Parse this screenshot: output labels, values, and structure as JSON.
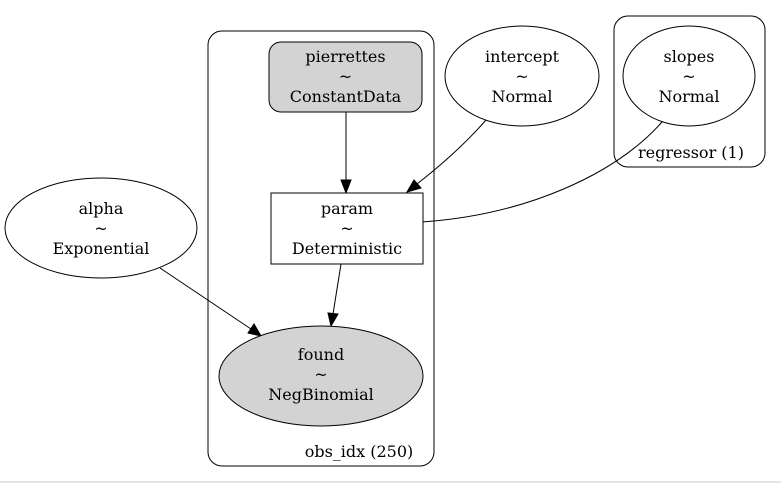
{
  "plates": {
    "obs_idx": {
      "label": "obs_idx (250)"
    },
    "regressor": {
      "label": "regressor (1)"
    }
  },
  "nodes": {
    "pierrettes": {
      "name": "pierrettes",
      "tilde": "~",
      "dist": "ConstantData",
      "observed": true
    },
    "intercept": {
      "name": "intercept",
      "tilde": "~",
      "dist": "Normal",
      "observed": false
    },
    "slopes": {
      "name": "slopes",
      "tilde": "~",
      "dist": "Normal",
      "observed": false
    },
    "alpha": {
      "name": "alpha",
      "tilde": "~",
      "dist": "Exponential",
      "observed": false
    },
    "param": {
      "name": "param",
      "tilde": "~",
      "dist": "Deterministic",
      "observed": false
    },
    "found": {
      "name": "found",
      "tilde": "~",
      "dist": "NegBinomial",
      "observed": true
    }
  },
  "edges": [
    {
      "from": "pierrettes",
      "to": "param"
    },
    {
      "from": "intercept",
      "to": "param"
    },
    {
      "from": "slopes",
      "to": "param"
    },
    {
      "from": "param",
      "to": "found"
    },
    {
      "from": "alpha",
      "to": "found"
    }
  ],
  "colors": {
    "observed_fill": "#d3d3d3",
    "default_fill": "#ffffff",
    "stroke": "#000000",
    "footer_line": "#c8c8c8"
  }
}
